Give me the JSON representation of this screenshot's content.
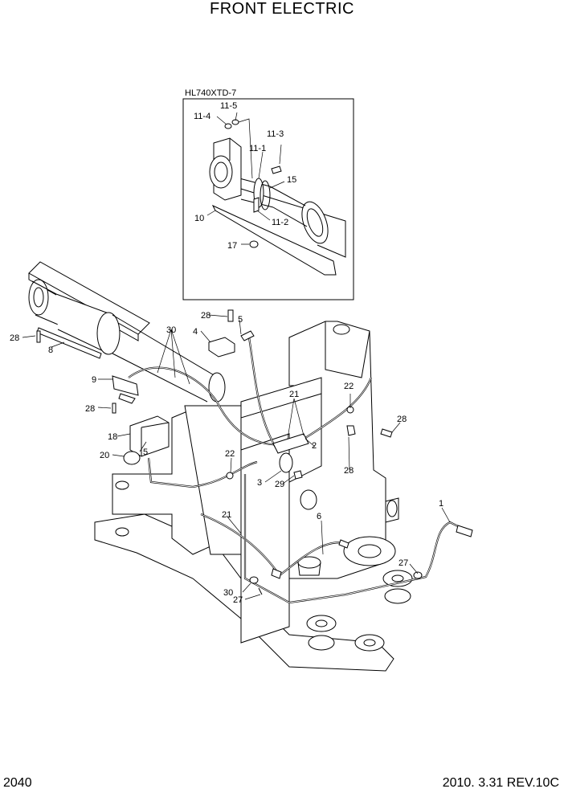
{
  "header": {
    "title": "FRONT ELECTRIC"
  },
  "inset": {
    "model": "HL740XTD-7"
  },
  "labels": {
    "l11_5": "11-5",
    "l11_4": "11-4",
    "l11_3": "11-3",
    "l11_1": "11-1",
    "l15": "15",
    "l10": "10",
    "l11_2": "11-2",
    "l17": "17",
    "l28a": "28",
    "l5a": "5",
    "l4": "4",
    "l30a": "30",
    "l28b": "28",
    "l8": "8",
    "l9": "9",
    "l28c": "28",
    "l21a": "21",
    "l22a": "22",
    "l28d": "28",
    "l18": "18",
    "l5b": "5",
    "l20": "20",
    "l22b": "22",
    "l2": "2",
    "l3": "3",
    "l29": "29",
    "l28e": "28",
    "l1": "1",
    "l21b": "21",
    "l6": "6",
    "l27a": "27",
    "l30b": "30",
    "l27b": "27"
  },
  "footer": {
    "page": "2040",
    "revision": "2010. 3.31  REV.10C"
  }
}
